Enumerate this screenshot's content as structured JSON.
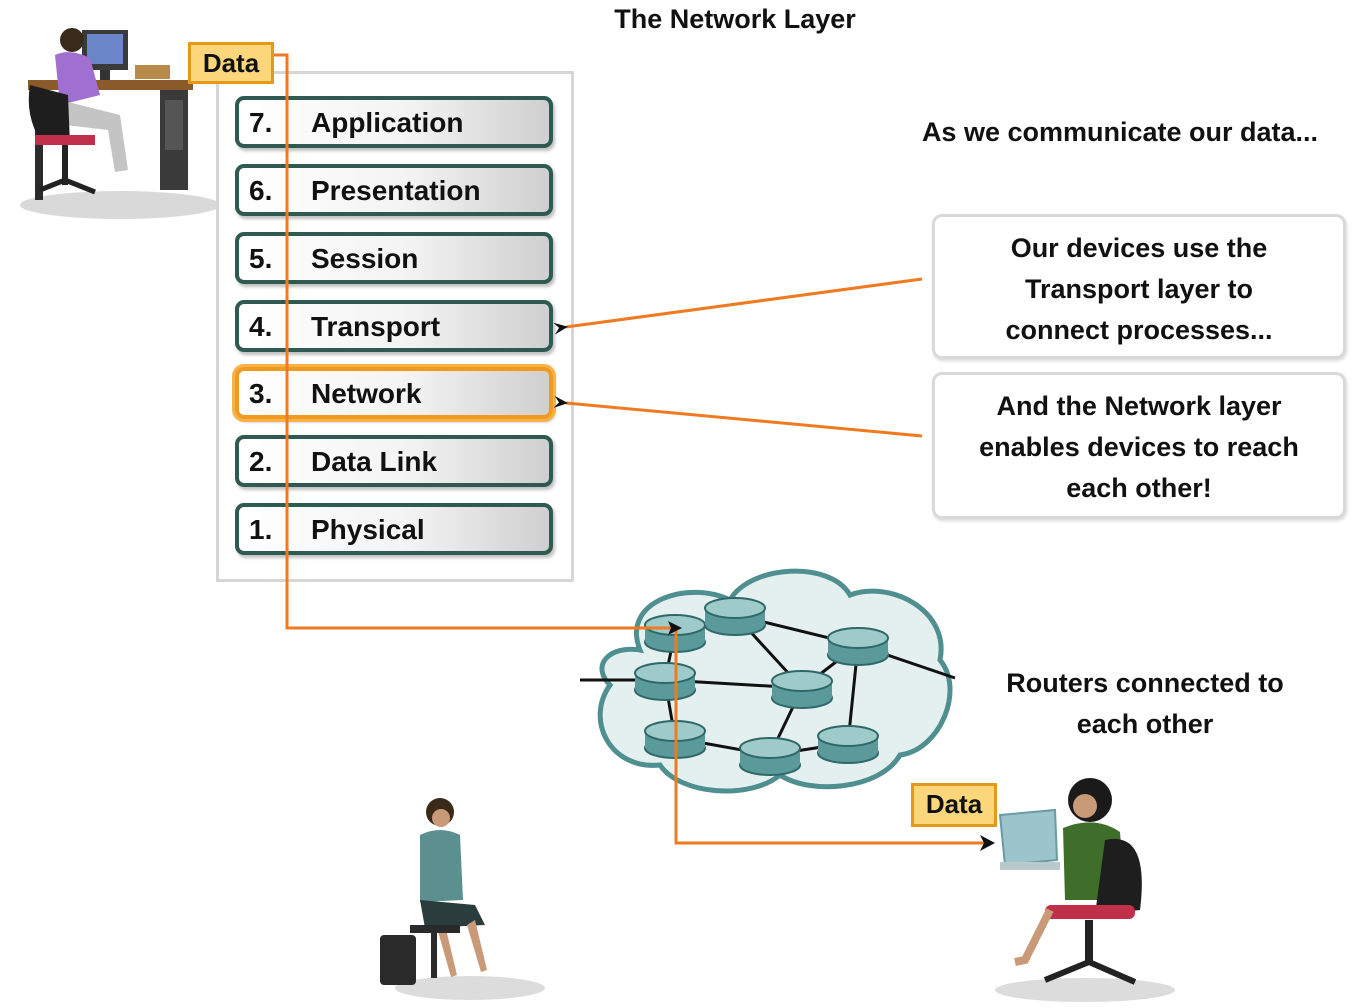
{
  "title": "The Network Layer",
  "subtitle": "As we communicate our data...",
  "osi_layers": [
    {
      "number": "7.",
      "name": "Application"
    },
    {
      "number": "6.",
      "name": "Presentation"
    },
    {
      "number": "5.",
      "name": "Session"
    },
    {
      "number": "4.",
      "name": "Transport"
    },
    {
      "number": "3.",
      "name": "Network"
    },
    {
      "number": "2.",
      "name": "Data Link"
    },
    {
      "number": "1.",
      "name": "Physical"
    }
  ],
  "highlighted_layer": "Network",
  "callouts": {
    "transport": [
      "Our devices use the",
      "Transport layer to",
      "connect processes..."
    ],
    "network": [
      "And the Network layer",
      "enables devices to reach",
      "each other!"
    ]
  },
  "data_tag_source": "Data",
  "data_tag_destination": "Data",
  "routers_label": [
    "Routers connected to",
    "each other"
  ],
  "colors": {
    "layer_border": "#2e5a52",
    "highlight": "#f29a1f",
    "arrow": "#f07a20",
    "data_tag_fill": "#fbd67a",
    "router": "#5a9a9a",
    "cloud_edge": "#4f8f8f"
  },
  "icons": [
    "man-at-desk-icon",
    "router-cloud-icon",
    "seated-woman-icon",
    "woman-with-laptop-icon"
  ]
}
